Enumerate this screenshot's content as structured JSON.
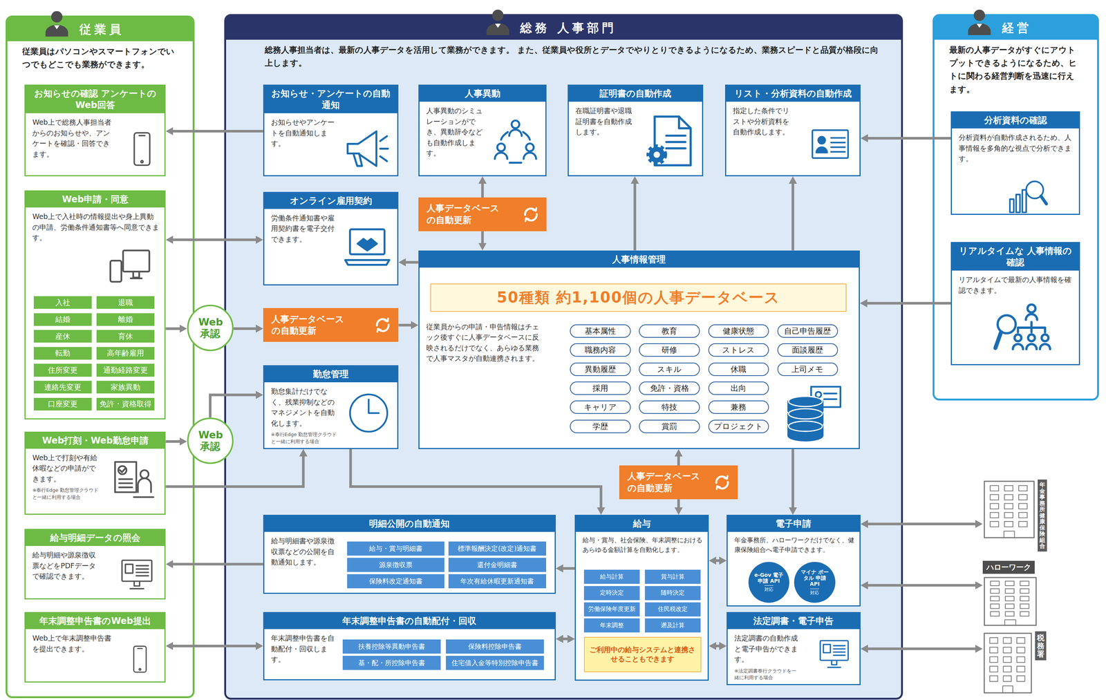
{
  "diagram": {
    "nodes": [
      {
        "text": [
          "従業員",
          "従業員はパソコンやスマートフォンでいつでもどこでも業務ができます。"
        ]
      },
      {
        "text": [
          "お知らせの確認 アンケートのWeb回答",
          "Web上で総務人事担当者からのお知らせや、アンケートを確認・回答できます。"
        ],
        "in": 0
      },
      {
        "text": [
          "Web申請・同意",
          "Web上で入社時の情報提出や身上異動の申請、労働条件通知書等へ同意できます。"
        ],
        "in": 0
      },
      {
        "text": [
          "入社"
        ],
        "in": 2
      },
      {
        "text": [
          "退職"
        ],
        "in": 2
      },
      {
        "text": [
          "結婚"
        ],
        "in": 2
      },
      {
        "text": [
          "離婚"
        ],
        "in": 2
      },
      {
        "text": [
          "産休"
        ],
        "in": 2
      },
      {
        "text": [
          "育休"
        ],
        "in": 2
      },
      {
        "text": [
          "転勤"
        ],
        "in": 2
      },
      {
        "text": [
          "高年齢雇用"
        ],
        "in": 2
      },
      {
        "text": [
          "住所変更"
        ],
        "in": 2
      },
      {
        "text": [
          "通勤経路変更"
        ],
        "in": 2
      },
      {
        "text": [
          "連絡先変更"
        ],
        "in": 2
      },
      {
        "text": [
          "家族異動"
        ],
        "in": 2
      },
      {
        "text": [
          "口座変更"
        ],
        "in": 2
      },
      {
        "text": [
          "免許・資格取得"
        ],
        "in": 2
      },
      {
        "text": [
          "Web打刻・Web勤怠申請",
          "Web上で打刻や有給休暇などの申請ができます。",
          "※奉行Edge 勤怠管理クラウドと一緒に利用する場合"
        ],
        "in": 0
      },
      {
        "text": [
          "給与明細データの照会",
          "給与明細や源泉徴収票などをPDFデータで確認できます。"
        ],
        "in": 0
      },
      {
        "text": [
          "年末調整申告書のWeb提出",
          "Web上で年末調整申告書を提出できます。"
        ],
        "in": 0
      },
      {
        "text": [
          "Web承認"
        ]
      },
      {
        "text": [
          "Web承認"
        ]
      },
      {
        "text": [
          "総務 人事部門",
          "総務人事担当者は、最新の人事データを活用して業務ができます。 また、従業員や役所とデータでやりとりできるようになるため、業務スピードと品質が格段に向上します。"
        ]
      },
      {
        "text": [
          "お知らせ・アンケートの自動通知",
          "お知らせやアンケートを自動通知します。"
        ],
        "in": 22
      },
      {
        "text": [
          "人事異動",
          "人事異動のシミュレーションができ、異動辞令なども自動作成します。"
        ],
        "in": 22
      },
      {
        "text": [
          "証明書の自動作成",
          "在職証明書や退職証明書を自動作成します。"
        ],
        "in": 22
      },
      {
        "text": [
          "リスト・分析資料の自動作成",
          "指定した条件でリストや分析資料を自動作成します。"
        ],
        "in": 22
      },
      {
        "text": [
          "オンライン雇用契約",
          "労働条件通知書や雇用契約書を電子交付できます。"
        ],
        "in": 22
      },
      {
        "text": [
          "人事データベースの自動更新"
        ],
        "in": 22
      },
      {
        "text": [
          "人事情報管理",
          "従業員からの申請・申告情報はチェック後すぐに人事データベースに反映されるだけでなく、あらゆる業務で人事マスタが自動連携されます。"
        ],
        "in": 22
      },
      {
        "text": [
          "50種類 約1,100個の人事データベース"
        ],
        "in": 29
      },
      {
        "text": [
          "基本属性"
        ],
        "in": 29
      },
      {
        "text": [
          "教育"
        ],
        "in": 29
      },
      {
        "text": [
          "健康状態"
        ],
        "in": 29
      },
      {
        "text": [
          "自己申告履歴"
        ],
        "in": 29
      },
      {
        "text": [
          "職務内容"
        ],
        "in": 29
      },
      {
        "text": [
          "研修"
        ],
        "in": 29
      },
      {
        "text": [
          "ストレス"
        ],
        "in": 29
      },
      {
        "text": [
          "面談履歴"
        ],
        "in": 29
      },
      {
        "text": [
          "異動履歴"
        ],
        "in": 29
      },
      {
        "text": [
          "スキル"
        ],
        "in": 29
      },
      {
        "text": [
          "休職"
        ],
        "in": 29
      },
      {
        "text": [
          "上司メモ"
        ],
        "in": 29
      },
      {
        "text": [
          "採用"
        ],
        "in": 29
      },
      {
        "text": [
          "免許・資格"
        ],
        "in": 29
      },
      {
        "text": [
          "出向"
        ],
        "in": 29
      },
      {
        "text": [
          "キャリア"
        ],
        "in": 29
      },
      {
        "text": [
          "特技"
        ],
        "in": 29
      },
      {
        "text": [
          "兼務"
        ],
        "in": 29
      },
      {
        "text": [
          "学歴"
        ],
        "in": 29
      },
      {
        "text": [
          "賞罰"
        ],
        "in": 29
      },
      {
        "text": [
          "プロジェクト"
        ],
        "in": 29
      },
      {
        "text": [
          "人事データベースの自動更新"
        ],
        "in": 22
      },
      {
        "text": [
          "勤怠管理",
          "勤怠集計だけでなく、残業抑制などのマネジメントを自動化します。",
          "※奉行Edge 勤怠管理クラウドと一緒に利用する場合"
        ],
        "in": 22
      },
      {
        "text": [
          "人事データベースの自動更新"
        ],
        "in": 22
      },
      {
        "text": [
          "明細公開の自動通知",
          "給与明細書や源泉徴収票などの公開を自動通知します。"
        ],
        "in": 22
      },
      {
        "text": [
          "給与・賞与明細書"
        ],
        "in": 55
      },
      {
        "text": [
          "標準報酬決定(改定)通知書"
        ],
        "in": 55
      },
      {
        "text": [
          "源泉徴収票"
        ],
        "in": 55
      },
      {
        "text": [
          "還付金明細書"
        ],
        "in": 55
      },
      {
        "text": [
          "保険料改定通知書"
        ],
        "in": 55
      },
      {
        "text": [
          "年次有給休暇更新通知書"
        ],
        "in": 55
      },
      {
        "text": [
          "給与",
          "給与・賞与、社会保険、年末調整におけるあらゆる金額計算を自動化します。"
        ],
        "in": 22
      },
      {
        "text": [
          "給与計算"
        ],
        "in": 62
      },
      {
        "text": [
          "賞与計算"
        ],
        "in": 62
      },
      {
        "text": [
          "定時決定"
        ],
        "in": 62
      },
      {
        "text": [
          "随時決定"
        ],
        "in": 62
      },
      {
        "text": [
          "労働保険年度更新"
        ],
        "in": 62
      },
      {
        "text": [
          "住民税改定"
        ],
        "in": 62
      },
      {
        "text": [
          "年末調整"
        ],
        "in": 62
      },
      {
        "text": [
          "遡及計算"
        ],
        "in": 62
      },
      {
        "text": [
          "ご利用中の給与システムと連携させることもできます"
        ],
        "in": 62
      },
      {
        "text": [
          "電子申請",
          "年金事務所、ハローワークだけでなく、健康保険組合へ電子申請できます。"
        ],
        "in": 22
      },
      {
        "text": [
          "e-Gov 電子申請 API",
          "対応"
        ],
        "in": 72
      },
      {
        "text": [
          "マイナ ポータル 申請API",
          "対応"
        ],
        "in": 72
      },
      {
        "text": [
          "年末調整申告書の自動配付・回収",
          "年末調整申告書を自動配付・回収します。"
        ],
        "in": 22
      },
      {
        "text": [
          "扶養控除等異動申告書"
        ],
        "in": 75
      },
      {
        "text": [
          "保険料控除申告書"
        ],
        "in": 75
      },
      {
        "text": [
          "基・配・所控除申告書"
        ],
        "in": 75
      },
      {
        "text": [
          "住宅借入金等特別控除申告書"
        ],
        "in": 75
      },
      {
        "text": [
          "法定調書・電子申告",
          "法定調書の自動作成と電子申告ができます。",
          "※法定調書奉行クラウドを一緒に利用する場合"
        ],
        "in": 22
      },
      {
        "text": [
          "経営",
          "最新の人事データがすぐにアウトプットできるようになるため、ヒトに関わる経営判断を迅速に行えます。"
        ]
      },
      {
        "text": [
          "分析資料の確認",
          "分析資料が自動作成されるため、人事情報を多角的な視点で分析できます。"
        ],
        "in": 81
      },
      {
        "text": [
          "リアルタイムな 人事情報の確認",
          "リアルタイムで最新の人事情報を確認できます。"
        ],
        "in": 81
      },
      {
        "text": [
          "年金事務所・健康保険組合"
        ]
      },
      {
        "text": [
          "ハローワーク"
        ]
      },
      {
        "text": [
          "税務署"
        ]
      }
    ],
    "edges": [
      {
        "from": 23,
        "to": 1,
        "arrow": "to"
      },
      {
        "from": 2,
        "to": 27,
        "arrow": "both"
      },
      {
        "from": 2,
        "to": 20,
        "arrow": "to"
      },
      {
        "from": 20,
        "to": 52,
        "arrow": "to"
      },
      {
        "from": 52,
        "to": 29,
        "arrow": "to"
      },
      {
        "from": 17,
        "to": 21,
        "arrow": "to"
      },
      {
        "from": 21,
        "to": 53,
        "arrow": "to"
      },
      {
        "from": 17,
        "to": 53,
        "arrow": "to"
      },
      {
        "from": 28,
        "to": 24,
        "arrow": "to"
      },
      {
        "from": 28,
        "to": 29,
        "arrow": "to"
      },
      {
        "from": 29,
        "to": 25,
        "arrow": "to"
      },
      {
        "from": 29,
        "to": 26,
        "arrow": "to"
      },
      {
        "from": 29,
        "to": 27,
        "arrow": "to"
      },
      {
        "from": 82,
        "to": 26,
        "arrow": "to"
      },
      {
        "from": 83,
        "to": 29,
        "arrow": "to"
      },
      {
        "from": 29,
        "to": 72,
        "arrow": "to"
      },
      {
        "from": 53,
        "to": 62,
        "arrow": "to"
      },
      {
        "from": 54,
        "to": 29,
        "arrow": "to"
      },
      {
        "from": 54,
        "to": 62,
        "arrow": "to"
      },
      {
        "from": 62,
        "to": 55,
        "arrow": "to"
      },
      {
        "from": 55,
        "to": 18,
        "arrow": "to"
      },
      {
        "from": 62,
        "to": 72,
        "arrow": "both"
      },
      {
        "from": 62,
        "to": 75,
        "arrow": "both"
      },
      {
        "from": 75,
        "to": 19,
        "arrow": "both"
      },
      {
        "from": 62,
        "to": 80,
        "arrow": "both"
      },
      {
        "from": 72,
        "to": 84,
        "arrow": "both"
      },
      {
        "from": 72,
        "to": 85,
        "arrow": "both"
      },
      {
        "from": 80,
        "to": 86,
        "arrow": "both"
      }
    ]
  }
}
